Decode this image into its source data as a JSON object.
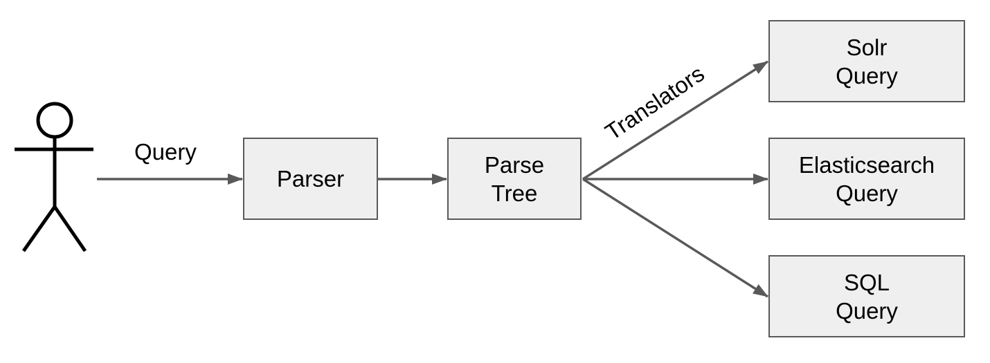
{
  "actor": {
    "icon": "stick-figure-user-icon"
  },
  "edges": {
    "query_label": "Query",
    "translators_label": "Translators"
  },
  "nodes": {
    "parser": {
      "lines": [
        "Parser"
      ]
    },
    "parse_tree": {
      "lines": [
        "Parse",
        "Tree"
      ]
    },
    "solr": {
      "lines": [
        "Solr",
        "Query"
      ]
    },
    "elasticsearch": {
      "lines": [
        "Elasticsearch",
        "Query"
      ]
    },
    "sql": {
      "lines": [
        "SQL",
        "Query"
      ]
    }
  },
  "colors": {
    "box_fill": "#efefef",
    "box_border": "#595959",
    "arrow": "#595959",
    "actor": "#000000",
    "text": "#000000"
  }
}
